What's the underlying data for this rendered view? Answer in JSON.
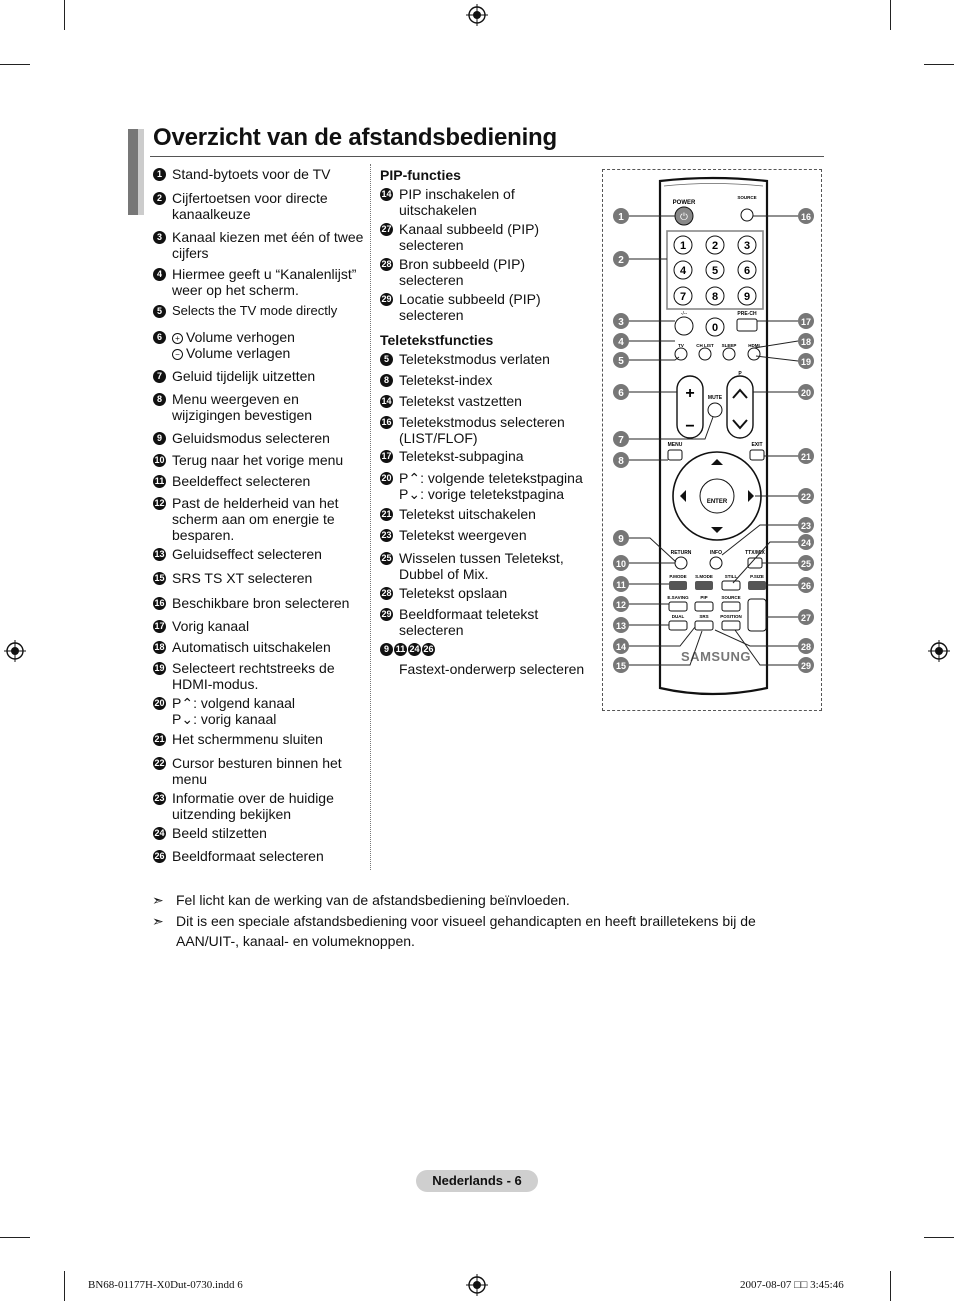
{
  "title": "Overzicht van de afstandsbediening",
  "left_items": [
    {
      "n": "1",
      "text": "Stand-bytoets voor de TV"
    },
    {
      "n": "2",
      "text": "Cijfertoetsen voor directe kanaalkeuze"
    },
    {
      "n": "3",
      "text": "Kanaal kiezen met één of twee cijfers"
    },
    {
      "n": "4",
      "text": "Hiermee geeft u “Kanalenlijst” weer op het scherm."
    },
    {
      "n": "5",
      "text": "Selects the TV mode directly"
    },
    {
      "n": "6",
      "text": "Volume verhogen",
      "text2": "Volume verlagen"
    },
    {
      "n": "7",
      "text": "Geluid tijdelijk uitzetten"
    },
    {
      "n": "8",
      "text": "Menu weergeven en wijzigingen bevestigen"
    },
    {
      "n": "9",
      "text": "Geluidsmodus selecteren"
    },
    {
      "n": "10",
      "text": "Terug naar het vorige menu"
    },
    {
      "n": "11",
      "text": "Beeldeffect selecteren"
    },
    {
      "n": "12",
      "text": "Past de helderheid van het scherm aan om energie te besparen."
    },
    {
      "n": "13",
      "text": "Geluidseffect selecteren"
    },
    {
      "n": "15",
      "text": "SRS TS XT selecteren"
    },
    {
      "n": "16",
      "text": "Beschikbare bron selecteren"
    },
    {
      "n": "17",
      "text": "Vorig kanaal"
    },
    {
      "n": "18",
      "text": "Automatisch uitschakelen"
    },
    {
      "n": "19",
      "text": "Selecteert rechtstreeks de HDMI-modus."
    },
    {
      "n": "20",
      "text": "P⌃: volgend kanaal",
      "text2": "P⌄: vorig kanaal"
    },
    {
      "n": "21",
      "text": "Het schermmenu sluiten"
    },
    {
      "n": "22",
      "text": "Cursor besturen binnen het menu"
    },
    {
      "n": "23",
      "text": "Informatie over de huidige uitzending bekijken"
    },
    {
      "n": "24",
      "text": "Beeld stilzetten"
    },
    {
      "n": "26",
      "text": "Beeldformaat selecteren"
    }
  ],
  "pip_head": "PIP-functies",
  "pip_items": [
    {
      "n": "14",
      "text": "PIP inschakelen of uitschakelen"
    },
    {
      "n": "27",
      "text": "Kanaal subbeeld (PIP) selecteren"
    },
    {
      "n": "28",
      "text": "Bron subbeeld (PIP) selecteren"
    },
    {
      "n": "29",
      "text": "Locatie subbeeld (PIP) selecteren"
    }
  ],
  "tt_head": "Teletekstfuncties",
  "tt_items": [
    {
      "n": "5",
      "text": "Teletekstmodus verlaten"
    },
    {
      "n": "8",
      "text": "Teletekst-index"
    },
    {
      "n": "14",
      "text": "Teletekst vastzetten"
    },
    {
      "n": "16",
      "text": "Teletekstmodus selecteren (LIST/FLOF)"
    },
    {
      "n": "17",
      "text": "Teletekst-subpagina"
    },
    {
      "n": "20",
      "text": "P⌃: volgende teletekstpagina",
      "text2": "P⌄:  vorige teletekstpagina"
    },
    {
      "n": "21",
      "text": "Teletekst uitschakelen"
    },
    {
      "n": "23",
      "text": "Teletekst weergeven"
    },
    {
      "n": "25",
      "text": "Wisselen tussen Teletekst, Dubbel of Mix."
    },
    {
      "n": "28",
      "text": "Teletekst opslaan"
    },
    {
      "n": "29",
      "text": "Beeldformaat teletekst selecteren"
    }
  ],
  "fastext_nums": [
    "9",
    "11",
    "24",
    "26"
  ],
  "fastext_text": "Fastext-onderwerp selecteren",
  "remote": {
    "power": "POWER",
    "source": "SOURCE",
    "digits": [
      "1",
      "2",
      "3",
      "4",
      "5",
      "6",
      "7",
      "8",
      "9",
      "0"
    ],
    "dash": "-/--",
    "prech": "PRE-CH",
    "tv": "TV",
    "chlist": "CH LIST",
    "sleep": "SLEEP",
    "hdmi": "HDMI",
    "p": "P",
    "mute": "MUTE",
    "menu": "MENU",
    "exit": "EXIT",
    "enter": "ENTER",
    "return": "RETURN",
    "info": "INFO",
    "ttx": "TTX/MIX",
    "pmode": "P.MODE",
    "smode": "S.MODE",
    "still": "STILL",
    "psize": "P.SIZE",
    "esaving": "E.SAVING",
    "pip": "PIP",
    "rsource": "SOURCE",
    "dual": "DUAL",
    "srs": "SRS",
    "position": "POSITION",
    "brand": "SAMSUNG",
    "left_callouts": [
      "1",
      "2",
      "3",
      "4",
      "5",
      "6",
      "7",
      "8",
      "9",
      "10",
      "11",
      "12",
      "13",
      "14",
      "15"
    ],
    "right_callouts": [
      "16",
      "17",
      "18",
      "19",
      "20",
      "21",
      "22",
      "23",
      "24",
      "25",
      "26",
      "27",
      "28",
      "29"
    ]
  },
  "notes": [
    "Fel licht kan de werking van de afstandsbediening beïnvloeden.",
    "Dit is een speciale afstandsbediening voor visueel gehandicapten en heeft brailletekens bij de AAN/UIT-, kanaal- en volumeknoppen."
  ],
  "footer_page": "Nederlands - 6",
  "footer_file": "BN68-01177H-X0Dut-0730.indd   6",
  "footer_date": "2007-08-07   □□ 3:45:46"
}
